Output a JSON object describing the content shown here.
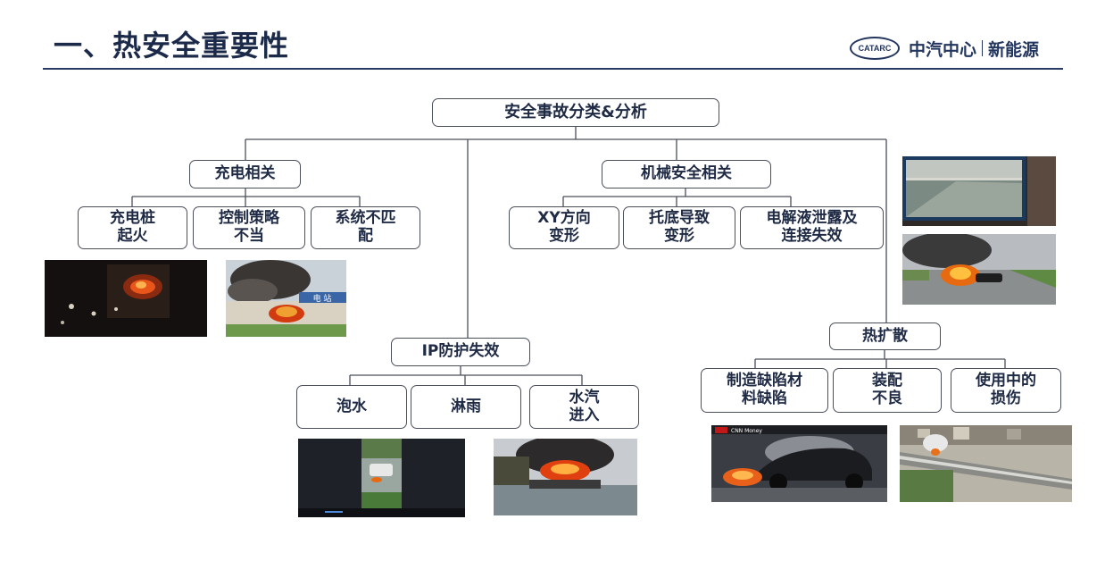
{
  "header": {
    "title": "一、热安全重要性",
    "logo_abbrev": "CATARC",
    "logo_text_1": "中汽中心",
    "logo_text_2": "新能源"
  },
  "tree": {
    "root": "安全事故分类&分析",
    "charging": {
      "label": "充电相关",
      "children": [
        "充电桩\n起火",
        "控制策略\n不当",
        "系统不匹\n配"
      ]
    },
    "mechanical": {
      "label": "机械安全相关",
      "children": [
        "XY方向\n变形",
        "托底导致\n变形",
        "电解液泄露及\n连接失效"
      ]
    },
    "ip": {
      "label": "IP防护失效",
      "children": [
        "泡水",
        "淋雨",
        "水汽\n进入"
      ]
    },
    "thermal": {
      "label": "热扩散",
      "children": [
        "制造缺陷材\n料缺陷",
        "装配\n不良",
        "使用中的\n损伤"
      ]
    }
  },
  "photos": {
    "charging_station_sign": "电 站",
    "video_badge": "CNN Money"
  }
}
